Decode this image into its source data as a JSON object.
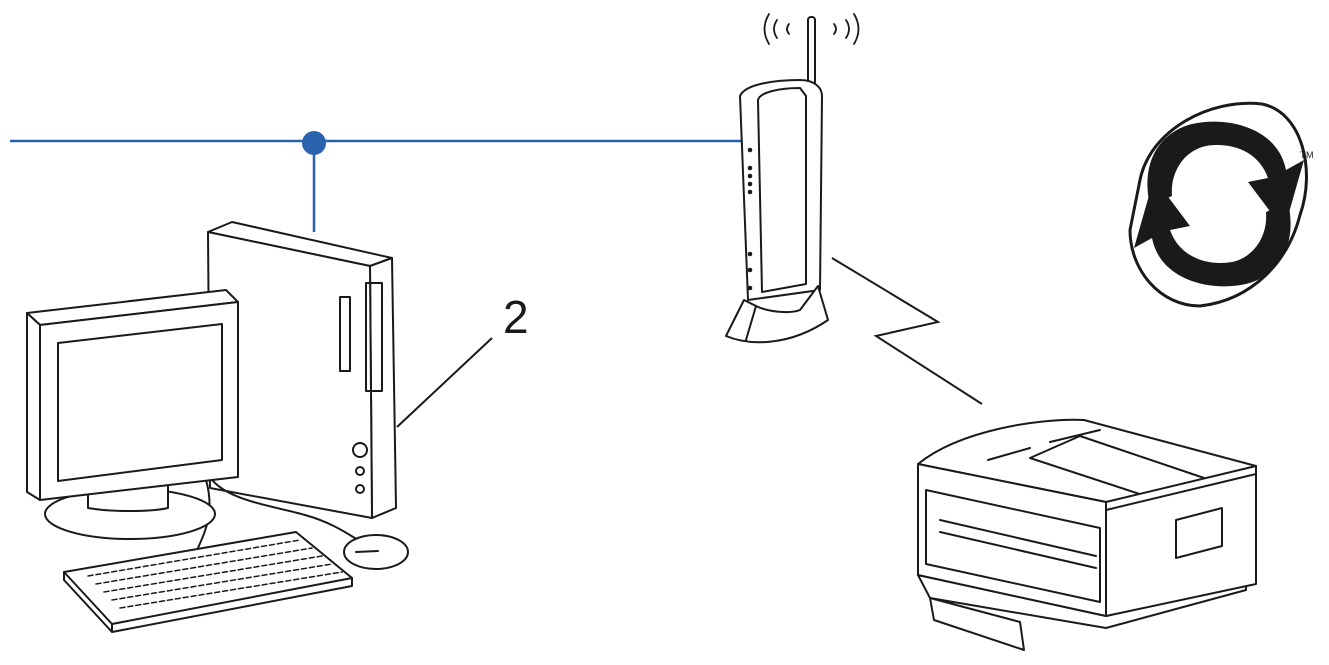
{
  "diagram": {
    "callout_label": "2",
    "trademark": "TM",
    "colors": {
      "network_line": "#2a62b0",
      "outline": "#1a1a1a",
      "fill": "#ffffff"
    },
    "nodes": [
      {
        "id": "computer",
        "icon": "desktop-computer-icon"
      },
      {
        "id": "router",
        "icon": "wireless-router-icon"
      },
      {
        "id": "printer",
        "icon": "laser-printer-icon"
      },
      {
        "id": "wps",
        "icon": "wifi-protected-setup-logo"
      }
    ],
    "links": [
      {
        "from": "computer",
        "to": "router",
        "type": "wired"
      },
      {
        "from": "router",
        "to": "printer",
        "type": "wireless"
      }
    ]
  }
}
